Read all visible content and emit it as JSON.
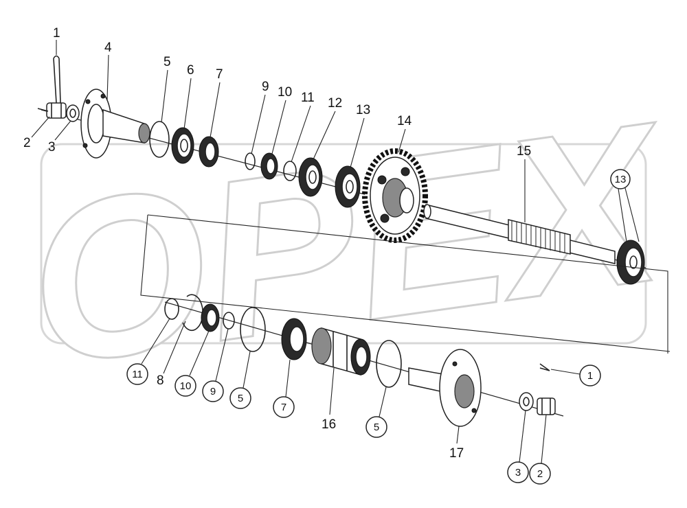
{
  "watermark": {
    "text": "OPEX"
  },
  "labels_top": [
    "1",
    "4",
    "2",
    "3",
    "5",
    "6",
    "7",
    "9",
    "10",
    "11",
    "12",
    "13",
    "14",
    "15",
    "13"
  ],
  "labels_bottom": [
    "11",
    "8",
    "10",
    "9",
    "5",
    "7",
    "16",
    "5",
    "17",
    "1",
    "3",
    "2"
  ]
}
